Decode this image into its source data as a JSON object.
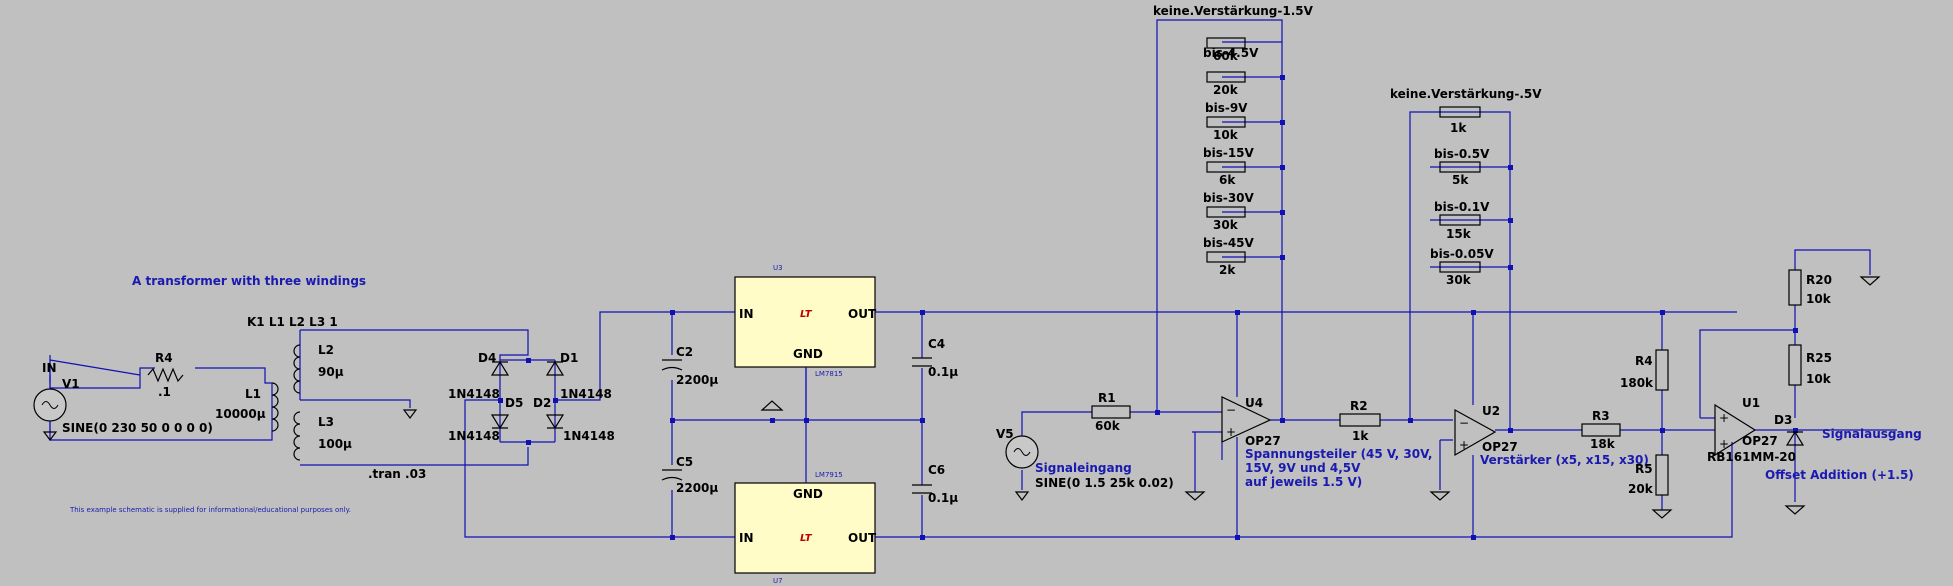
{
  "texts": {
    "title_transformer": "A transformer with three windings",
    "coupling": "K1 L1 L2 L3 1",
    "in_label": "IN",
    "v1_name": "V1",
    "v1_value": "SINE(0 230 50 0 0 0 0)",
    "r4_name": "R4",
    "r4_value": ".1",
    "l1_name": "L1",
    "l1_value": "10000µ",
    "l2_name": "L2",
    "l2_value": "90µ",
    "l3_name": "L3",
    "l3_value": "100µ",
    "tran": ".tran .03",
    "disclaimer": "This example schematic is supplied for informational/educational purposes only.",
    "d4_name": "D4",
    "d1_name": "D1",
    "d5_name": "D5",
    "d2_name": "D2",
    "diode_model": "1N4148",
    "u3_name": "U3",
    "u3_model": "LM7815",
    "u7_name": "U7",
    "u7_model": "LM7915",
    "pin_in": "IN",
    "pin_out": "OUT",
    "pin_gnd": "GND",
    "c2_name": "C2",
    "c5_name": "C5",
    "c2200": "2200µ",
    "c4_name": "C4",
    "c6_name": "C6",
    "c01": "0.1µ",
    "v5_name": "V5",
    "signaleingang": "Signaleingang",
    "v5_value": "SINE(0 1.5 25k 0.02)",
    "r1_name": "R1",
    "r1_value": "60k",
    "u4_name": "U4",
    "op27": "OP27",
    "spann1": "Spannungsteiler (45 V, 30V,",
    "spann2": "15V, 9V und 4,5V",
    "spann3": "auf jeweils 1.5 V)",
    "keine15": "keine.Verstärkung-1.5V",
    "r_60k": "60k",
    "bis45": "bis-4.5V",
    "r_20k": "20k",
    "bis9": "bis-9V",
    "r_10k": "10k",
    "bis15": "bis-15V",
    "r_6k": "6k",
    "bis30": "bis-30V",
    "r_30k": "30k",
    "bis45b": "bis-45V",
    "r_2k": "2k",
    "r2_name": "R2",
    "r2_value": "1k",
    "keine05": "keine.Verstärkung-.5V",
    "r_1k": "1k",
    "bis05": "bis-0.5V",
    "r_5k": "5k",
    "bis01": "bis-0.1V",
    "r_15k": "15k",
    "bis005": "bis-0.05V",
    "r_30k_b": "30k",
    "u2_name": "U2",
    "verstaerker": "Verstärker (x5, x15, x30)",
    "r3_name": "R3",
    "r3_value": "18k",
    "r4b_name": "R4",
    "r4b_value": "180k",
    "r5_name": "R5",
    "r5_value": "20k",
    "u1_name": "U1",
    "d3_name": "D3",
    "d3_model": "RB161MM-20",
    "r20_name": "R20",
    "r20_value": "10k",
    "r25_name": "R25",
    "r25_value": "10k",
    "signalausgang": "Signalausgang",
    "offset": "Offset Addition (+1.5)",
    "lt_logo": "LT"
  },
  "colors": {
    "background": "#c0c0c0",
    "wire": "#1010b4",
    "ic_fill": "#fffcc8",
    "note_text": "#1a1ab0"
  }
}
